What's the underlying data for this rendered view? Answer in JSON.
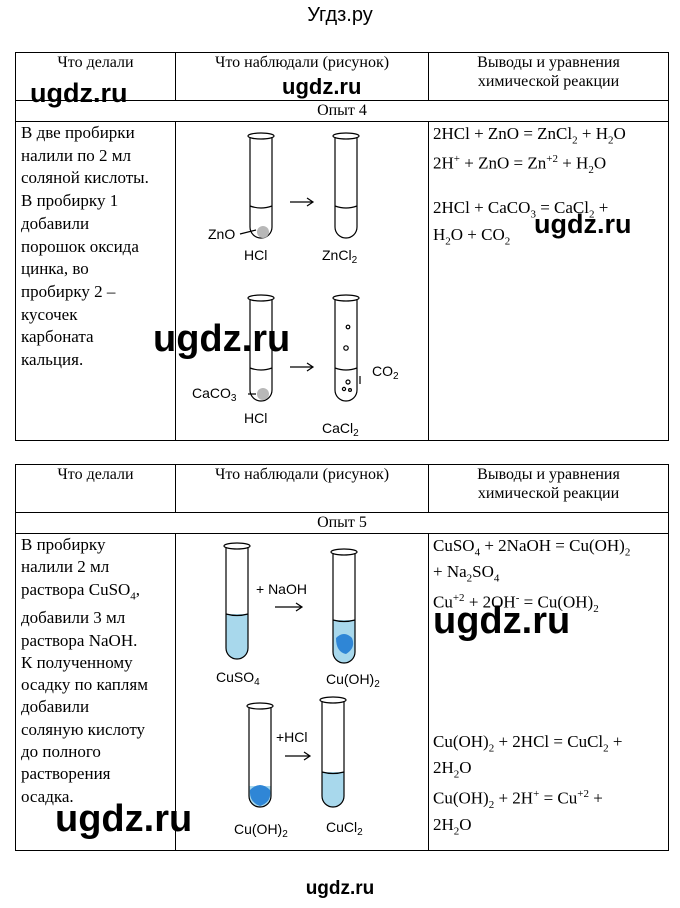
{
  "site_title": "Угдз.ру",
  "site_footer": "ugdz.ru",
  "watermark": "ugdz.ru",
  "headers": {
    "col1": "Что делали",
    "col2": "Что наблюдали (рисунок)",
    "col3_line1": "Выводы и уравнения",
    "col3_line2": "химической реакции"
  },
  "exp4": {
    "title": "Опыт 4",
    "what_lines": [
      "В две пробирки",
      "налили по 2 мл",
      "соляной кислоты.",
      "В пробирку 1",
      "добавили",
      "порошок оксида",
      "цинка, во",
      "пробирку 2 –",
      "кусочек",
      "карбоната",
      "кальция."
    ],
    "pic": {
      "zno": "ZnO",
      "hcl": "HCl",
      "zncl2": "ZnCl",
      "caco3": "CaCO",
      "co2": "CO",
      "cacl2": "CaCl",
      "sub2": "2",
      "sub3": "3"
    }
  },
  "exp5": {
    "title": "Опыт 5",
    "what_lines": [
      "В пробирку",
      "налили 2 мл",
      "раствора CuSO",
      "добавили 3 мл",
      "раствора NaOH.",
      "К полученному",
      "осадку по каплям",
      "добавили",
      "соляную кислоту",
      "до полного",
      "растворения",
      "осадка."
    ],
    "what_sub4": "4",
    "what_comma": ",",
    "pic": {
      "plus_naoh": "+ NaOH",
      "cuso4": "CuSO",
      "cuoh2": "Cu(OH)",
      "plus_hcl": "+HCl",
      "cucl2": "CuCl",
      "sub2": "2",
      "sub4": "4"
    }
  },
  "colors": {
    "solution_blue": "#a8d8ec",
    "precipitate_blue": "#2f86d6",
    "powder_gray": "#b8b8b8"
  }
}
